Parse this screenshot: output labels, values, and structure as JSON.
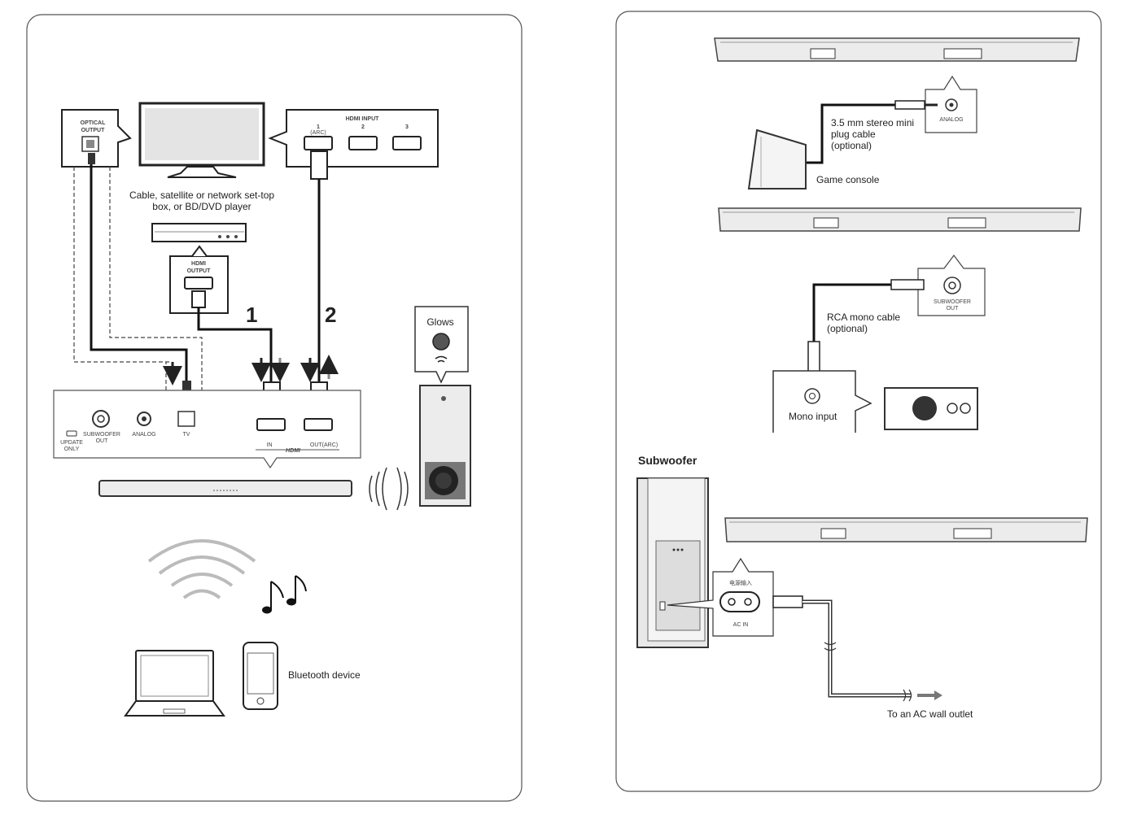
{
  "left_page": {
    "optical_box": {
      "line1": "OPTICAL",
      "line2": "OUTPUT"
    },
    "hdmi_input_box": {
      "title": "HDMI INPUT",
      "port1": "1",
      "port1_sub": "(ARC)",
      "port2": "2",
      "port3": "3"
    },
    "source_caption_line1": "Cable, satellite or network set-top",
    "source_caption_line2": "box, or BD/DVD player",
    "hdmi_output_box": {
      "line1": "HDMI",
      "line2": "OUTPUT"
    },
    "step1": "1",
    "step2": "2",
    "glows_label": "Glows",
    "panel_labels": {
      "update_line1": "UPDATE",
      "update_line2": "ONLY",
      "sub_line1": "SUBWOOFER",
      "sub_line2": "OUT",
      "analog": "ANALOG",
      "tv": "TV",
      "in": "IN",
      "hdmi": "HDMI",
      "out_arc": "OUT(ARC)"
    },
    "bluetooth_label": "Bluetooth device"
  },
  "right_page": {
    "analog_label": "ANALOG",
    "stereo_cable_line1": "3.5 mm stereo mini",
    "stereo_cable_line2": "plug cable",
    "stereo_cable_line3": "(optional)",
    "game_console": "Game console",
    "sub_out_line1": "SUBWOOFER",
    "sub_out_line2": "OUT",
    "rca_line1": "RCA mono cable",
    "rca_line2": "(optional)",
    "mono_input": "Mono input",
    "subwoofer_heading": "Subwoofer",
    "power_in_cn": "电源输入",
    "ac_in": "AC IN",
    "wall_outlet": "To an AC wall outlet"
  }
}
